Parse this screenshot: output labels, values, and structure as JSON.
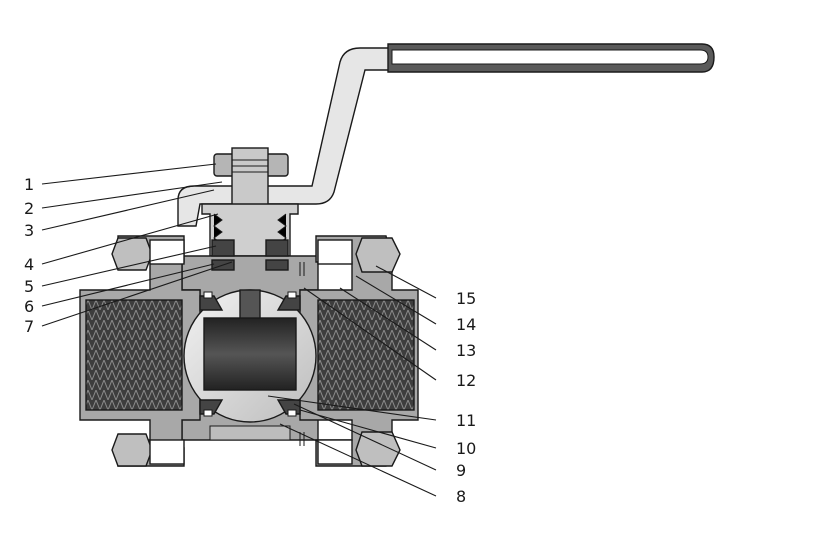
{
  "diagram": {
    "labels": [
      {
        "id": "l1",
        "text": "1"
      },
      {
        "id": "l2",
        "text": "2"
      },
      {
        "id": "l3",
        "text": "3"
      },
      {
        "id": "l4",
        "text": "4"
      },
      {
        "id": "l5",
        "text": "5"
      },
      {
        "id": "l6",
        "text": "6"
      },
      {
        "id": "l7",
        "text": "7"
      },
      {
        "id": "l8",
        "text": "8"
      },
      {
        "id": "l9",
        "text": "9"
      },
      {
        "id": "l10",
        "text": "10"
      },
      {
        "id": "l11",
        "text": "11"
      },
      {
        "id": "l12",
        "text": "12"
      },
      {
        "id": "l13",
        "text": "13"
      },
      {
        "id": "l14",
        "text": "14"
      },
      {
        "id": "l15",
        "text": "15"
      }
    ],
    "colors": {
      "body": "#a8a8a8",
      "body_light": "#cfcfcf",
      "bore": "#3a3a3a",
      "ball": "#d9d9d9",
      "seal": "#4a4a4a",
      "handle_grip": "#5a5a5a",
      "outline": "#1a1a1a"
    }
  }
}
